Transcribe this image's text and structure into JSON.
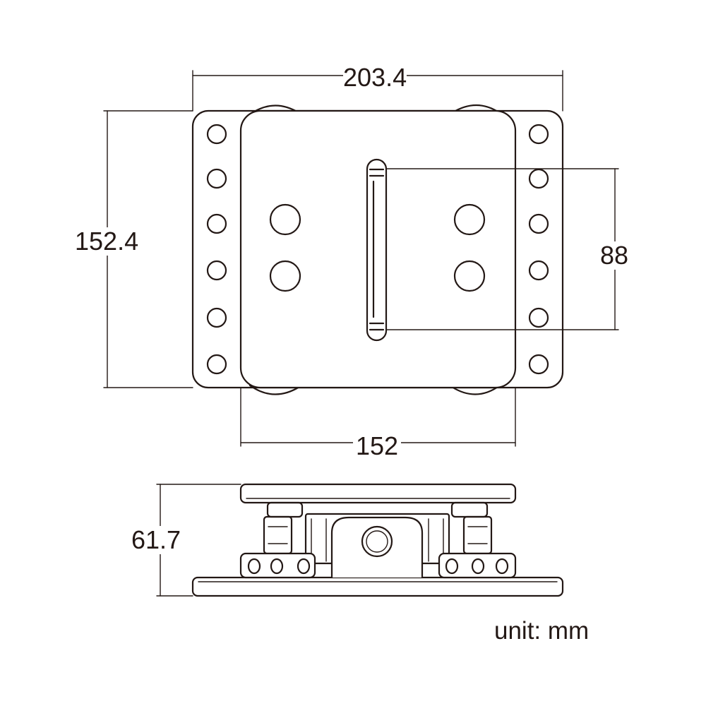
{
  "dimensions": {
    "overall_width": "203.4",
    "overall_depth": "152.4",
    "slot_length": "88",
    "plate_width": "152",
    "height": "61.7"
  },
  "unit_label": "unit: mm",
  "colors": {
    "line": "#231815",
    "background": "#ffffff"
  }
}
